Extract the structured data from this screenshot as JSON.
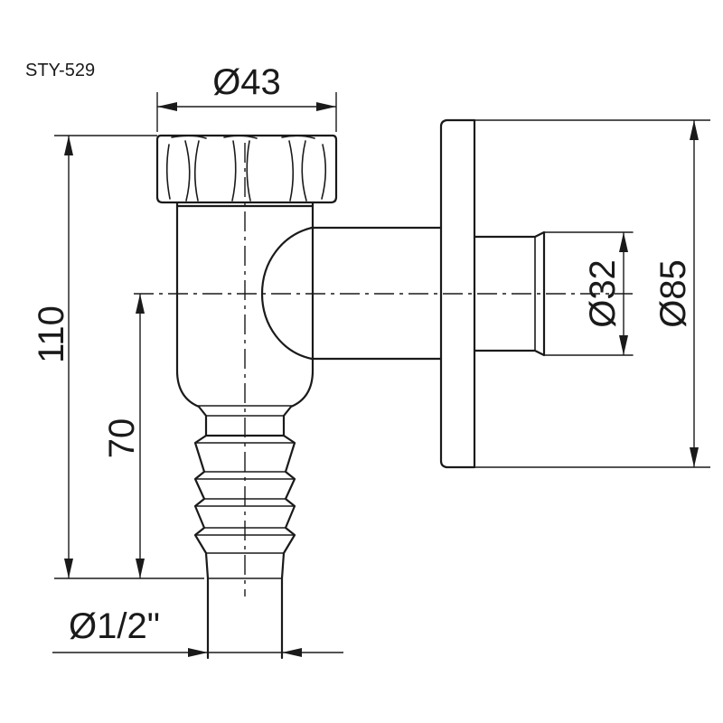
{
  "drawing": {
    "model_code": "STY-529",
    "dimensions": {
      "nut_diameter": "Ø43",
      "total_height": "110",
      "spout_height": "70",
      "hose_connector": "Ø1/2\"",
      "pipe_diameter": "Ø32",
      "flange_diameter": "Ø85"
    }
  }
}
